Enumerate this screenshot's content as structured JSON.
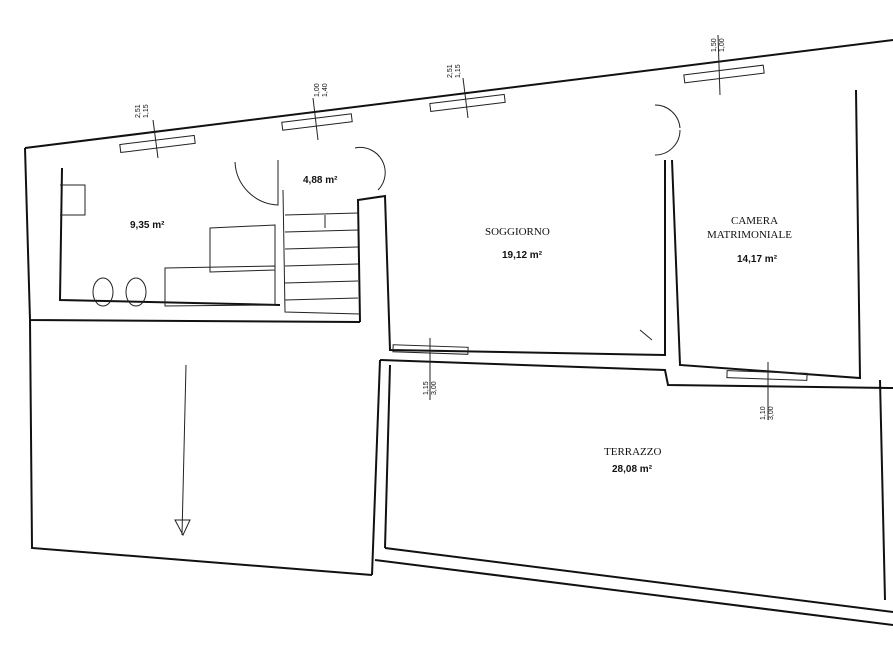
{
  "rooms": {
    "bagno": {
      "area": "9,35 m²"
    },
    "disimpegno": {
      "area": "4,88 m²"
    },
    "soggiorno": {
      "name": "SOGGIORNO",
      "area": "19,12 m²"
    },
    "camera": {
      "name_line1": "CAMERA",
      "name_line2": "MATRIMONIALE",
      "area": "14,17 m²"
    },
    "terrazzo": {
      "name": "TERRAZZO",
      "area": "28,08 m²"
    }
  },
  "windows": [
    {
      "a": "1,15",
      "b": "2,51"
    },
    {
      "a": "1,00",
      "b": "1,40"
    },
    {
      "a": "1,15",
      "b": "2,51"
    },
    {
      "a": "1,00",
      "b": "1,50"
    },
    {
      "a": "1,15",
      "b": "3,00"
    },
    {
      "a": "1,10",
      "b": "3,00"
    }
  ]
}
